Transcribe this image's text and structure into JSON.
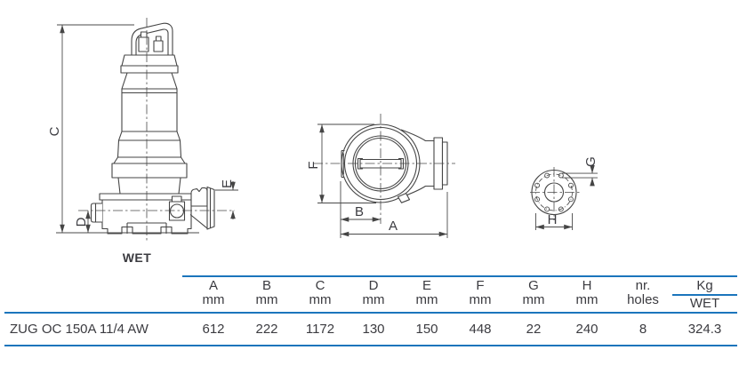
{
  "drawings": {
    "condition_label": "WET",
    "dims": {
      "A": "A",
      "B": "B",
      "C": "C",
      "D": "D",
      "E": "E",
      "F": "F",
      "G": "G",
      "H": "H"
    }
  },
  "table": {
    "model": "ZUG OC 150A 11/4 AW",
    "columns": [
      {
        "name": "A",
        "unit": "mm"
      },
      {
        "name": "B",
        "unit": "mm"
      },
      {
        "name": "C",
        "unit": "mm"
      },
      {
        "name": "D",
        "unit": "mm"
      },
      {
        "name": "E",
        "unit": "mm"
      },
      {
        "name": "F",
        "unit": "mm"
      },
      {
        "name": "G",
        "unit": "mm"
      },
      {
        "name": "H",
        "unit": "mm"
      },
      {
        "name": "nr.",
        "unit": "holes"
      },
      {
        "name": "Kg",
        "unit": "WET"
      }
    ],
    "row": {
      "values": [
        "612",
        "222",
        "1172",
        "130",
        "150",
        "448",
        "22",
        "240",
        "8",
        "324.3"
      ]
    }
  },
  "colors": {
    "accent_blue": "#1b75bc",
    "drawing_line": "#454545",
    "text": "#3b3b40"
  }
}
